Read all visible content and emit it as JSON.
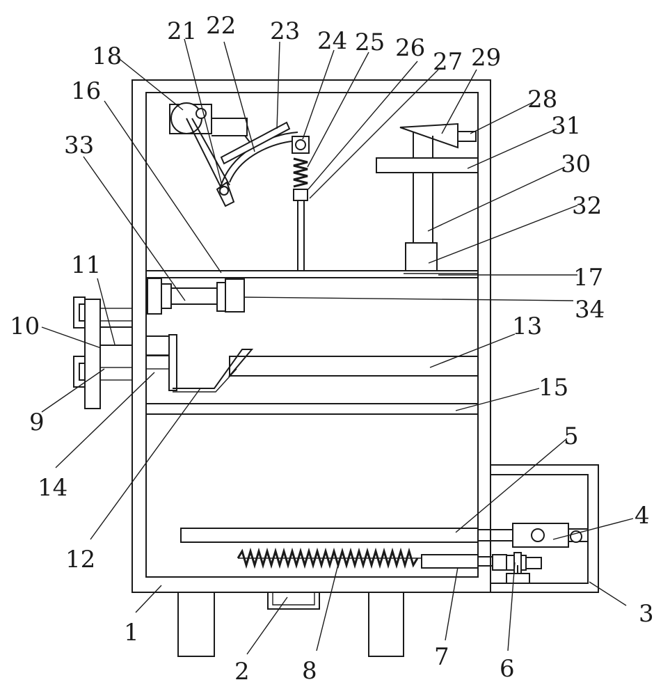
{
  "labels": {
    "l1": "1",
    "l2": "2",
    "l3": "3",
    "l4": "4",
    "l5": "5",
    "l6": "6",
    "l7": "7",
    "l8": "8",
    "l9": "9",
    "l10": "10",
    "l11": "11",
    "l12": "12",
    "l13": "13",
    "l14": "14",
    "l15": "15",
    "l16": "16",
    "l17": "17",
    "l18": "18",
    "l21": "21",
    "l22": "22",
    "l23": "23",
    "l24": "24",
    "l25": "25",
    "l26": "26",
    "l27": "27",
    "l28": "28",
    "l29": "29",
    "l30": "30",
    "l31": "31",
    "l32": "32",
    "l33": "33",
    "l34": "34"
  }
}
